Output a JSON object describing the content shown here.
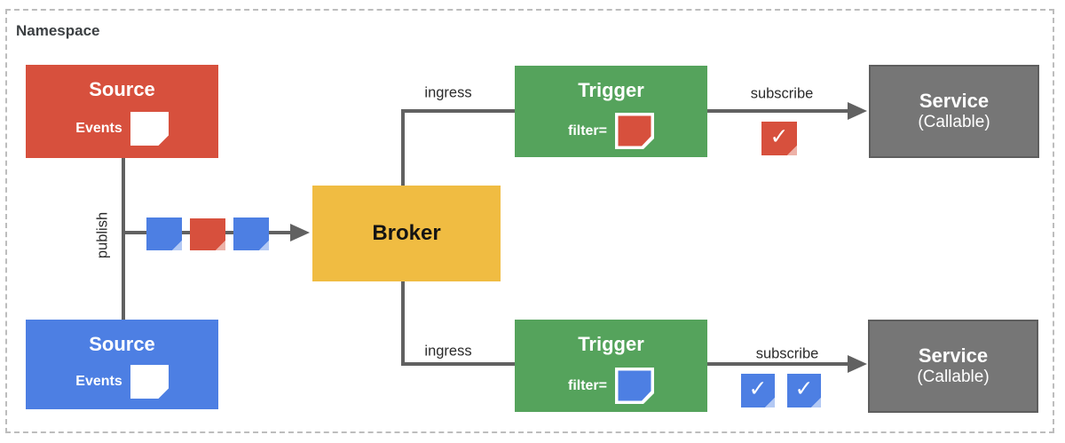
{
  "namespace": {
    "label": "Namespace"
  },
  "nodes": {
    "source_top": {
      "title": "Source",
      "events_label": "Events"
    },
    "source_bottom": {
      "title": "Source",
      "events_label": "Events"
    },
    "broker": {
      "title": "Broker"
    },
    "trigger_top": {
      "title": "Trigger",
      "filter_label": "filter="
    },
    "trigger_bottom": {
      "title": "Trigger",
      "filter_label": "filter="
    },
    "service_top": {
      "title": "Service",
      "subtitle": "(Callable)"
    },
    "service_bottom": {
      "title": "Service",
      "subtitle": "(Callable)"
    }
  },
  "edges": {
    "publish": "publish",
    "ingress_top": "ingress",
    "ingress_bottom": "ingress",
    "subscribe_top": "subscribe",
    "subscribe_bottom": "subscribe"
  },
  "icons": {
    "check_glyph": "✓",
    "event_note": "sticky-note",
    "message_note": "sticky-note",
    "filter_note": "sticky-note-outlined"
  },
  "palette": {
    "red": "#D7503D",
    "blue": "#4D7FE3",
    "yellow": "#F0BC42",
    "green": "#55A35C",
    "gray": "#767676",
    "connector": "#616161",
    "dashed_border": "#BDBDBD",
    "red_fold": "#EDB2A8",
    "blue_fold": "#B3C9F4"
  }
}
